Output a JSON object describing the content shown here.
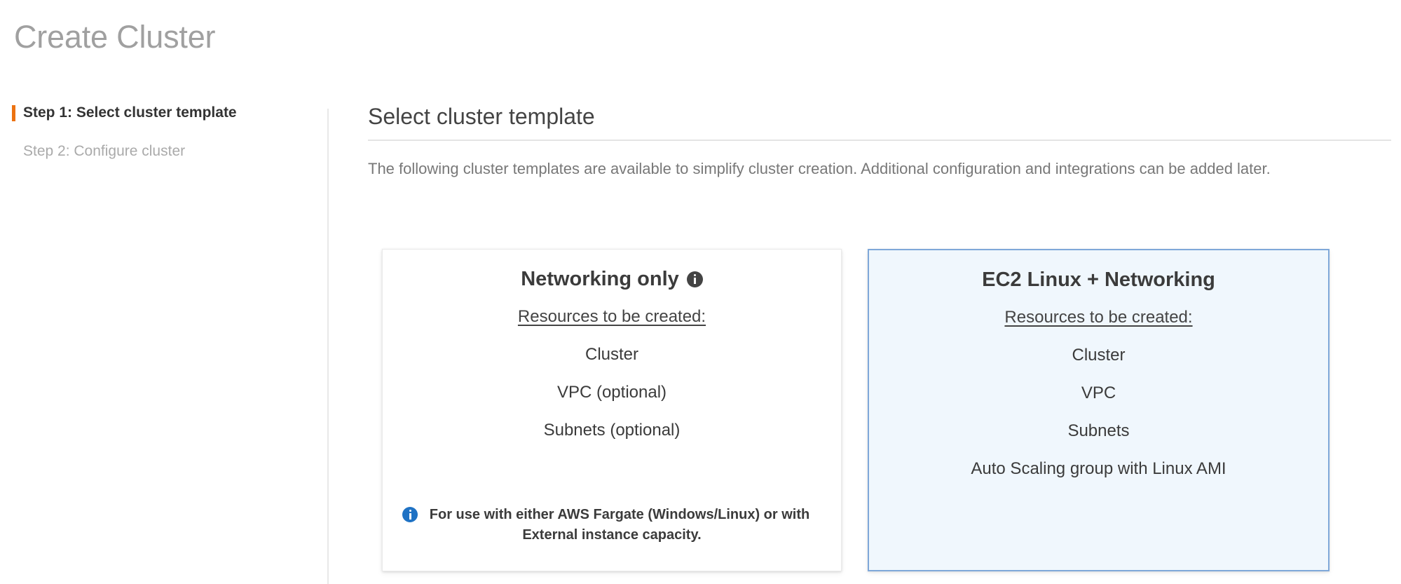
{
  "page": {
    "title": "Create Cluster"
  },
  "sidebar": {
    "steps": [
      {
        "label": "Step 1: Select cluster template",
        "active": true
      },
      {
        "label": "Step 2: Configure cluster",
        "active": false
      }
    ]
  },
  "main": {
    "section_title": "Select cluster template",
    "description": "The following cluster templates are available to simplify cluster creation. Additional configuration and integrations can be added later.",
    "cards": [
      {
        "title": "Networking only",
        "has_title_info_icon": true,
        "resources_heading": "Resources to be created:",
        "resources": [
          "Cluster",
          "VPC (optional)",
          "Subnets (optional)"
        ],
        "footer_note": "For use with either AWS Fargate (Windows/Linux) or with External instance capacity.",
        "footer_note_icon": "info-icon",
        "selected": false
      },
      {
        "title": "EC2 Linux + Networking",
        "has_title_info_icon": false,
        "resources_heading": "Resources to be created:",
        "resources": [
          "Cluster",
          "VPC",
          "Subnets",
          "Auto Scaling group with Linux AMI"
        ],
        "footer_note": "",
        "selected": true
      }
    ]
  },
  "colors": {
    "accent_orange": "#ec7211",
    "selected_card_border": "#7fa8d9",
    "selected_card_background": "#f0f7fd",
    "info_blue": "#1f72c4",
    "title_gray": "#a0a0a0",
    "body_gray": "#787878"
  }
}
